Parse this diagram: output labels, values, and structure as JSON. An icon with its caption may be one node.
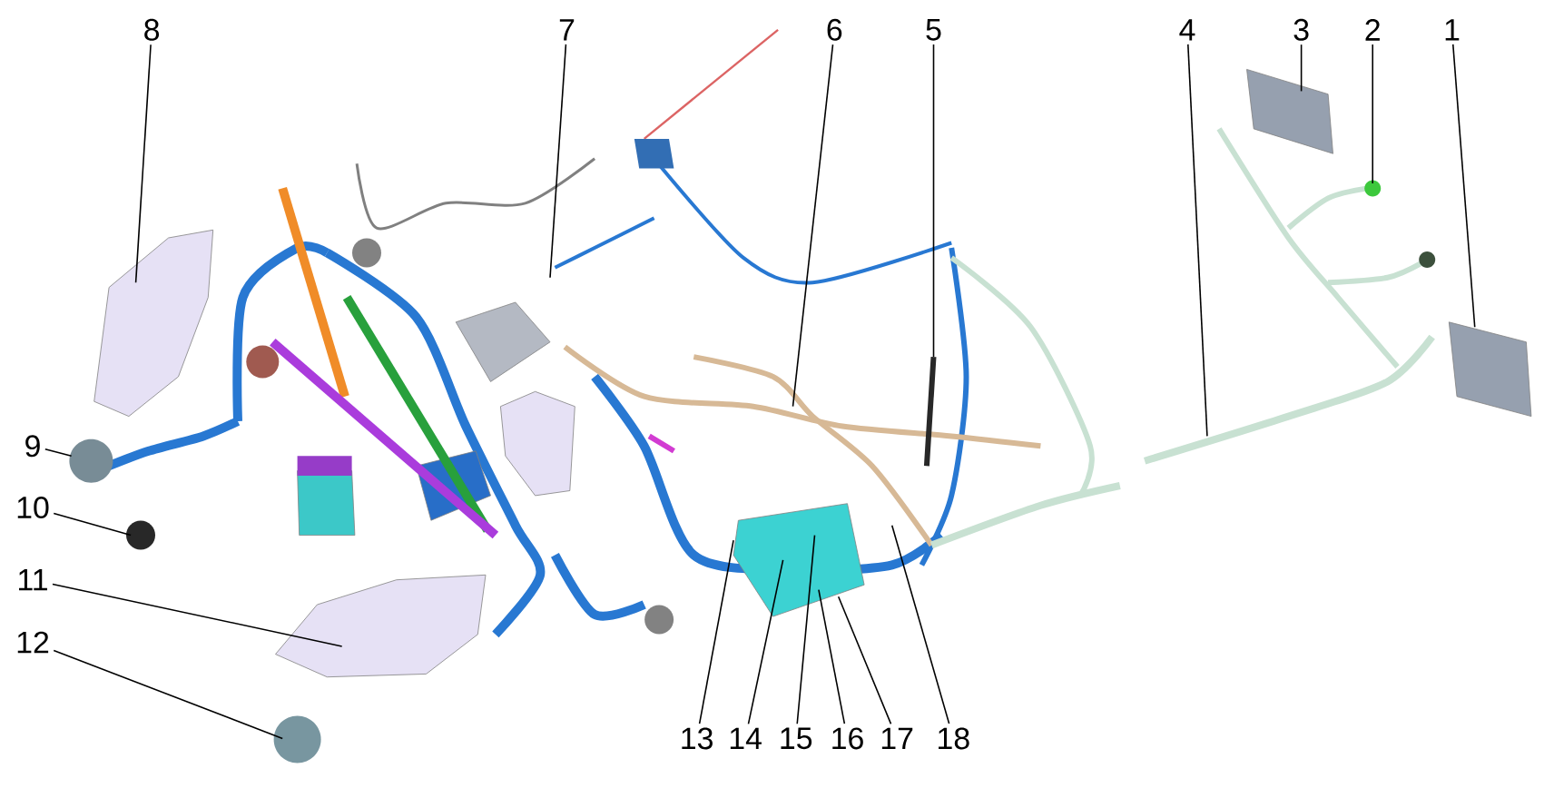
{
  "diagram": {
    "nodes": [
      {
        "text": [
          "8"
        ]
      },
      {
        "text": [
          "7"
        ]
      },
      {
        "text": [
          "6"
        ]
      },
      {
        "text": [
          "5"
        ]
      },
      {
        "text": [
          "4"
        ]
      },
      {
        "text": [
          "3"
        ]
      },
      {
        "text": [
          "2"
        ]
      },
      {
        "text": [
          "1"
        ]
      },
      {
        "text": [
          "9"
        ]
      },
      {
        "text": [
          "10"
        ]
      },
      {
        "text": [
          "11"
        ]
      },
      {
        "text": [
          "12"
        ]
      },
      {
        "text": [
          "13"
        ]
      },
      {
        "text": [
          "14"
        ]
      },
      {
        "text": [
          "15"
        ]
      },
      {
        "text": [
          "16"
        ]
      },
      {
        "text": [
          "17"
        ]
      },
      {
        "text": [
          "18"
        ]
      }
    ],
    "edges": [
      {
        "from": 0,
        "to": null,
        "arrow": "none"
      },
      {
        "from": 1,
        "to": null,
        "arrow": "none"
      },
      {
        "from": 2,
        "to": null,
        "arrow": "none"
      },
      {
        "from": 3,
        "to": null,
        "arrow": "none"
      },
      {
        "from": 4,
        "to": null,
        "arrow": "none"
      },
      {
        "from": 5,
        "to": null,
        "arrow": "none"
      },
      {
        "from": 6,
        "to": null,
        "arrow": "none"
      },
      {
        "from": 7,
        "to": null,
        "arrow": "none"
      },
      {
        "from": 8,
        "to": null,
        "arrow": "none"
      },
      {
        "from": 9,
        "to": null,
        "arrow": "none"
      },
      {
        "from": 10,
        "to": null,
        "arrow": "none"
      },
      {
        "from": 11,
        "to": null,
        "arrow": "none"
      },
      {
        "from": 12,
        "to": null,
        "arrow": "none"
      },
      {
        "from": 13,
        "to": null,
        "arrow": "none"
      },
      {
        "from": 14,
        "to": null,
        "arrow": "none"
      },
      {
        "from": 15,
        "to": null,
        "arrow": "none"
      },
      {
        "from": 16,
        "to": null,
        "arrow": "none"
      },
      {
        "from": 17,
        "to": null,
        "arrow": "none"
      }
    ]
  }
}
